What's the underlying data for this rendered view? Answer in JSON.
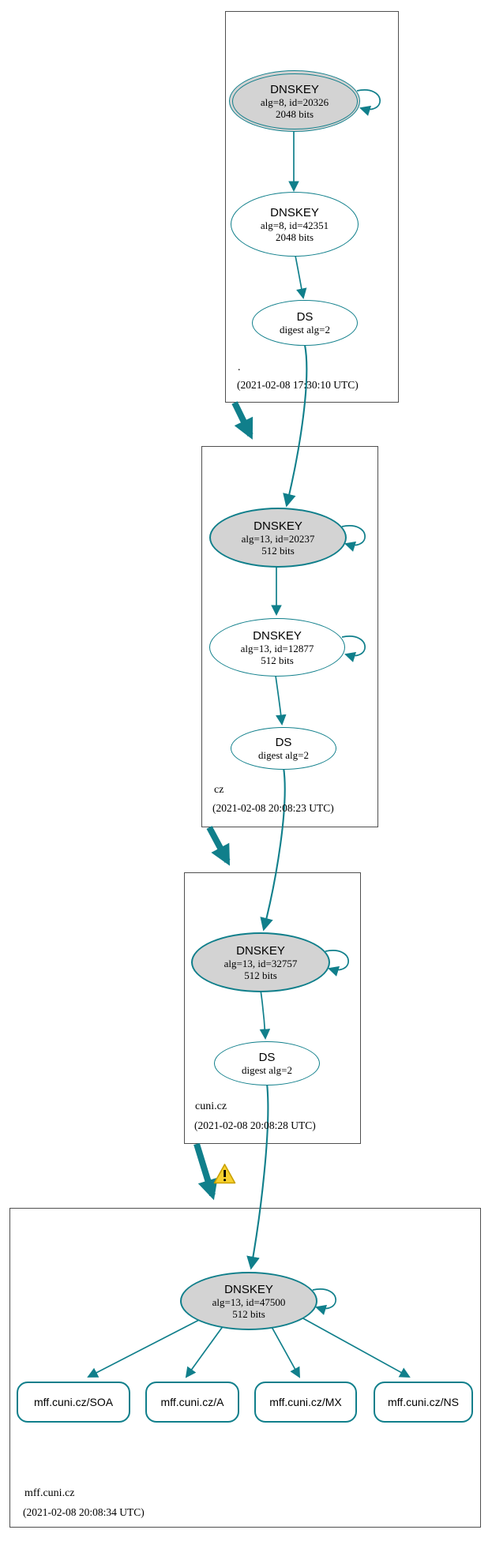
{
  "colors": {
    "edge_teal": "#107f8b",
    "sep_node_fill": "#d3d3d3",
    "zone_border": "#4f4f4f",
    "warning_fill": "#f8d12e",
    "warning_border": "#c9a000"
  },
  "zones": [
    {
      "name": ".",
      "timestamp": "(2021-02-08 17:30:10 UTC)",
      "ksk": {
        "title": "DNSKEY",
        "alg": "alg=8, id=20326",
        "bits": "2048 bits"
      },
      "zsk": {
        "title": "DNSKEY",
        "alg": "alg=8, id=42351",
        "bits": "2048 bits"
      },
      "ds": {
        "title": "DS",
        "digest": "digest alg=2"
      }
    },
    {
      "name": "cz",
      "timestamp": "(2021-02-08 20:08:23 UTC)",
      "ksk": {
        "title": "DNSKEY",
        "alg": "alg=13, id=20237",
        "bits": "512 bits"
      },
      "zsk": {
        "title": "DNSKEY",
        "alg": "alg=13, id=12877",
        "bits": "512 bits"
      },
      "ds": {
        "title": "DS",
        "digest": "digest alg=2"
      }
    },
    {
      "name": "cuni.cz",
      "timestamp": "(2021-02-08 20:08:28 UTC)",
      "ksk": {
        "title": "DNSKEY",
        "alg": "alg=13, id=32757",
        "bits": "512 bits"
      },
      "ds": {
        "title": "DS",
        "digest": "digest alg=2"
      }
    },
    {
      "name": "mff.cuni.cz",
      "timestamp": "(2021-02-08 20:08:34 UTC)",
      "ksk": {
        "title": "DNSKEY",
        "alg": "alg=13, id=47500",
        "bits": "512 bits"
      },
      "rrsets": [
        {
          "label": "mff.cuni.cz/SOA"
        },
        {
          "label": "mff.cuni.cz/A"
        },
        {
          "label": "mff.cuni.cz/MX"
        },
        {
          "label": "mff.cuni.cz/NS"
        }
      ]
    }
  ]
}
